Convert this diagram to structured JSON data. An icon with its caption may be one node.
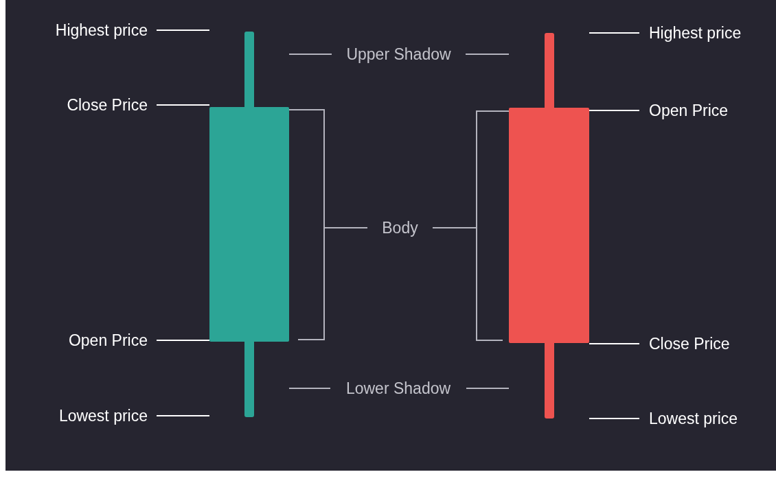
{
  "diagram": {
    "nodes": [
      {
        "text": [
          "Highest price"
        ]
      },
      {
        "text": [
          "Close Price"
        ]
      },
      {
        "text": [
          "Open Price"
        ]
      },
      {
        "text": [
          "Lowest price"
        ]
      },
      {
        "text": [
          "Upper Shadow"
        ]
      },
      {
        "text": [
          "Body"
        ]
      },
      {
        "text": [
          "Lower Shadow"
        ]
      },
      {
        "text": [
          "Highest price"
        ]
      },
      {
        "text": [
          "Open Price"
        ]
      },
      {
        "text": [
          "Close Price"
        ]
      },
      {
        "text": [
          "Lowest price"
        ]
      },
      {
        "text": [],
        "shape": "bar"
      },
      {
        "text": [],
        "shape": "bar"
      }
    ],
    "edges": [
      {
        "from": 0,
        "to": 11,
        "arrow": "none"
      },
      {
        "from": 1,
        "to": 11,
        "arrow": "none"
      },
      {
        "from": 2,
        "to": 11,
        "arrow": "none"
      },
      {
        "from": 3,
        "to": 11,
        "arrow": "none"
      },
      {
        "from": 4,
        "to": 11,
        "arrow": "none",
        "color": "#b4b4be"
      },
      {
        "from": 4,
        "to": 12,
        "arrow": "none",
        "color": "#b4b4be"
      },
      {
        "from": 5,
        "to": 11,
        "arrow": "none",
        "color": "#b4b4be"
      },
      {
        "from": 5,
        "to": 12,
        "arrow": "none",
        "color": "#b4b4be"
      },
      {
        "from": 6,
        "to": 11,
        "arrow": "none",
        "color": "#b4b4be"
      },
      {
        "from": 6,
        "to": 12,
        "arrow": "none",
        "color": "#b4b4be"
      },
      {
        "from": 7,
        "to": 12,
        "arrow": "none"
      },
      {
        "from": 8,
        "to": 12,
        "arrow": "none"
      },
      {
        "from": 9,
        "to": 12,
        "arrow": "none"
      },
      {
        "from": 10,
        "to": 12,
        "arrow": "none"
      }
    ]
  }
}
